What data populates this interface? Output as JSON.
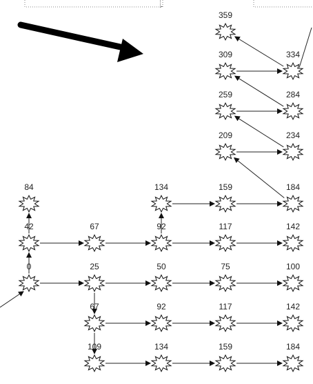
{
  "nodes": [
    {
      "id": "n359",
      "label": "359",
      "col": 3,
      "row": 0
    },
    {
      "id": "n309",
      "label": "309",
      "col": 3,
      "row": 1
    },
    {
      "id": "n334",
      "label": "334",
      "col": 4,
      "row": 1
    },
    {
      "id": "n259",
      "label": "259",
      "col": 3,
      "row": 2
    },
    {
      "id": "n284",
      "label": "284",
      "col": 4,
      "row": 2
    },
    {
      "id": "n209",
      "label": "209",
      "col": 3,
      "row": 3
    },
    {
      "id": "n234",
      "label": "234",
      "col": 4,
      "row": 3
    },
    {
      "id": "n84",
      "label": "84",
      "col": 0,
      "row": 4
    },
    {
      "id": "n134a",
      "label": "134",
      "col": 2,
      "row": 4
    },
    {
      "id": "n159a",
      "label": "159",
      "col": 3,
      "row": 4
    },
    {
      "id": "n184a",
      "label": "184",
      "col": 4,
      "row": 4
    },
    {
      "id": "n42",
      "label": "42",
      "col": 0,
      "row": 5
    },
    {
      "id": "n67a",
      "label": "67",
      "col": 1,
      "row": 5
    },
    {
      "id": "n92a",
      "label": "92",
      "col": 2,
      "row": 5
    },
    {
      "id": "n117a",
      "label": "117",
      "col": 3,
      "row": 5
    },
    {
      "id": "n142a",
      "label": "142",
      "col": 4,
      "row": 5
    },
    {
      "id": "n0",
      "label": "0",
      "col": 0,
      "row": 6
    },
    {
      "id": "n25",
      "label": "25",
      "col": 1,
      "row": 6
    },
    {
      "id": "n50",
      "label": "50",
      "col": 2,
      "row": 6
    },
    {
      "id": "n75",
      "label": "75",
      "col": 3,
      "row": 6
    },
    {
      "id": "n100",
      "label": "100",
      "col": 4,
      "row": 6
    },
    {
      "id": "n67b",
      "label": "67",
      "col": 1,
      "row": 7
    },
    {
      "id": "n92b",
      "label": "92",
      "col": 2,
      "row": 7
    },
    {
      "id": "n117b",
      "label": "117",
      "col": 3,
      "row": 7
    },
    {
      "id": "n142b",
      "label": "142",
      "col": 4,
      "row": 7
    },
    {
      "id": "n109",
      "label": "109",
      "col": 1,
      "row": 8
    },
    {
      "id": "n134b",
      "label": "134",
      "col": 2,
      "row": 8
    },
    {
      "id": "n159b",
      "label": "159",
      "col": 3,
      "row": 8
    },
    {
      "id": "n184b",
      "label": "184",
      "col": 4,
      "row": 8
    }
  ],
  "edges": [
    [
      "n0",
      "n42"
    ],
    [
      "n42",
      "n84"
    ],
    [
      "n0",
      "n25"
    ],
    [
      "n25",
      "n50"
    ],
    [
      "n50",
      "n75"
    ],
    [
      "n75",
      "n100"
    ],
    [
      "n42",
      "n67a"
    ],
    [
      "n67a",
      "n92a"
    ],
    [
      "n92a",
      "n117a"
    ],
    [
      "n117a",
      "n142a"
    ],
    [
      "n92a",
      "n134a"
    ],
    [
      "n134a",
      "n159a"
    ],
    [
      "n159a",
      "n184a"
    ],
    [
      "n25",
      "n67b"
    ],
    [
      "n67b",
      "n92b"
    ],
    [
      "n92b",
      "n117b"
    ],
    [
      "n117b",
      "n142b"
    ],
    [
      "n67b",
      "n109"
    ],
    [
      "n109",
      "n134b"
    ],
    [
      "n134b",
      "n159b"
    ],
    [
      "n159b",
      "n184b"
    ],
    [
      "n184a",
      "n209"
    ],
    [
      "n209",
      "n234"
    ],
    [
      "n234",
      "n259"
    ],
    [
      "n259",
      "n284"
    ],
    [
      "n284",
      "n309"
    ],
    [
      "n309",
      "n334"
    ],
    [
      "n334",
      "n359"
    ]
  ]
}
